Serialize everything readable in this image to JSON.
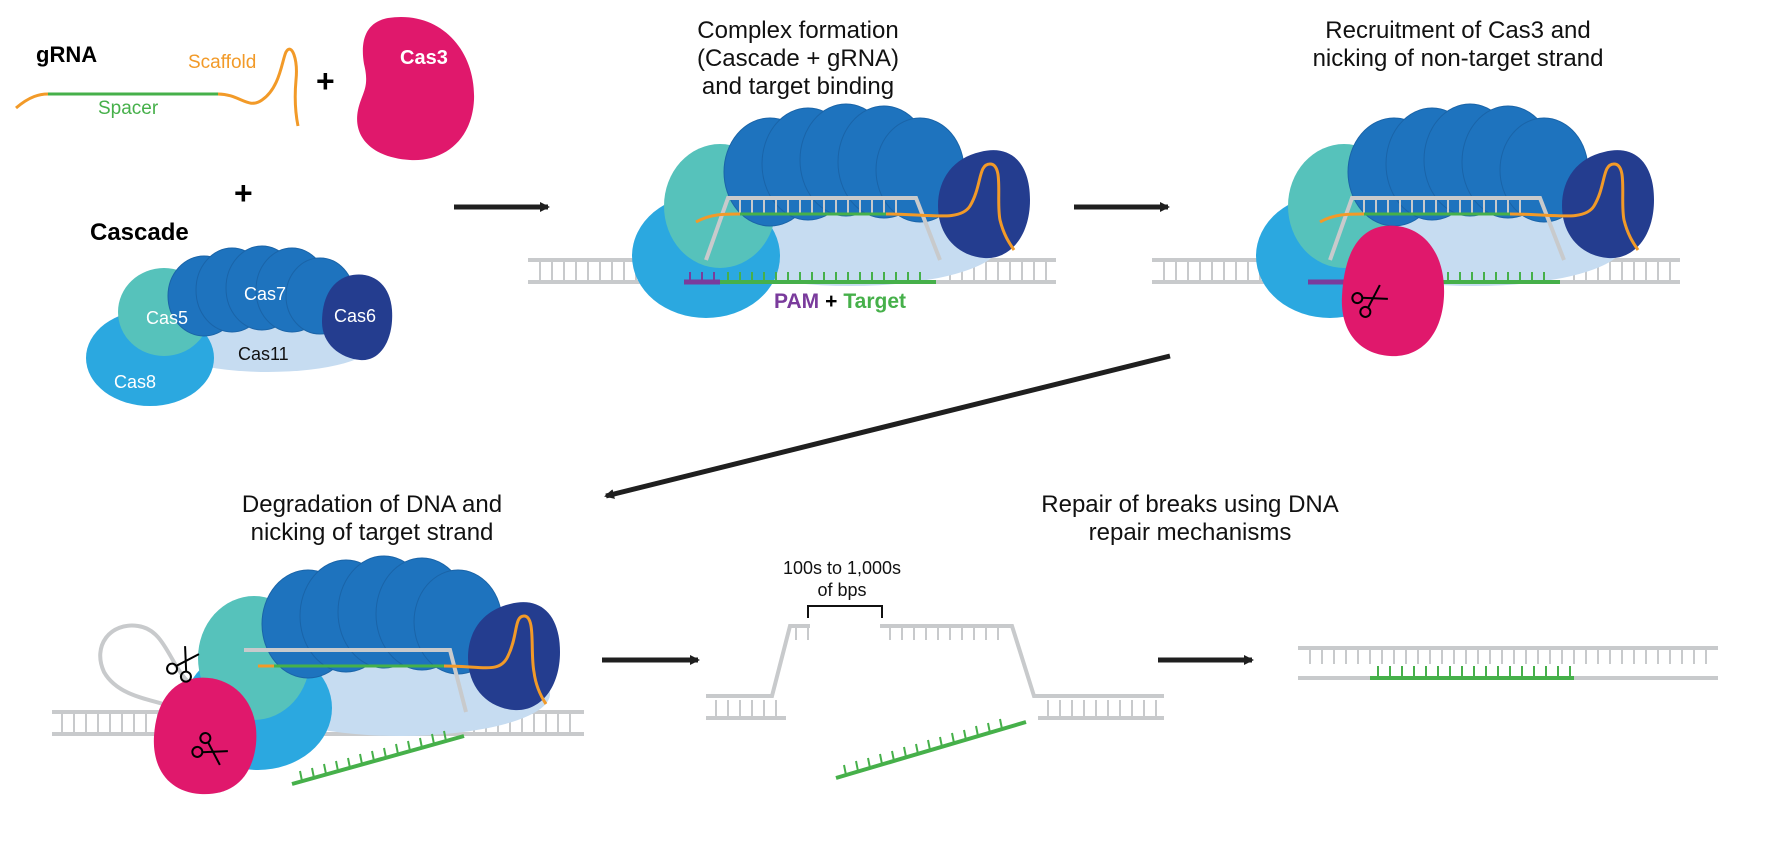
{
  "labels": {
    "grna": "gRNA",
    "scaffold": "Scaffold",
    "spacer": "Spacer",
    "plus": "+",
    "cas3": "Cas3",
    "cascade": "Cascade",
    "cas5": "Cas5",
    "cas7": "Cas7",
    "cas6": "Cas6",
    "cas8": "Cas8",
    "cas11": "Cas11",
    "pam": "PAM",
    "target": "Target",
    "bps_line1": "100s to 1,000s",
    "bps_line2": "of bps"
  },
  "steps": {
    "complex": [
      "Complex formation",
      "(Cascade + gRNA)",
      "and target binding"
    ],
    "recruit": [
      "Recruitment of Cas3 and",
      "nicking of non-target strand"
    ],
    "degrade": [
      "Degradation of DNA and",
      "nicking of target strand"
    ],
    "repair": [
      "Repair of breaks using DNA",
      "repair mechanisms"
    ]
  },
  "colors": {
    "cas3": "#e0186c",
    "cas5": "#56c2bb",
    "cas7": "#1e73be",
    "cas6": "#243d8f",
    "cas8": "#2ba8e0",
    "cas11": "#c6dcf1",
    "grna_scaffold": "#f29a28",
    "spacer": "#46b04a",
    "pam": "#7a3b9c",
    "dna": "#c8cacc",
    "arrow": "#1f1f1f"
  }
}
